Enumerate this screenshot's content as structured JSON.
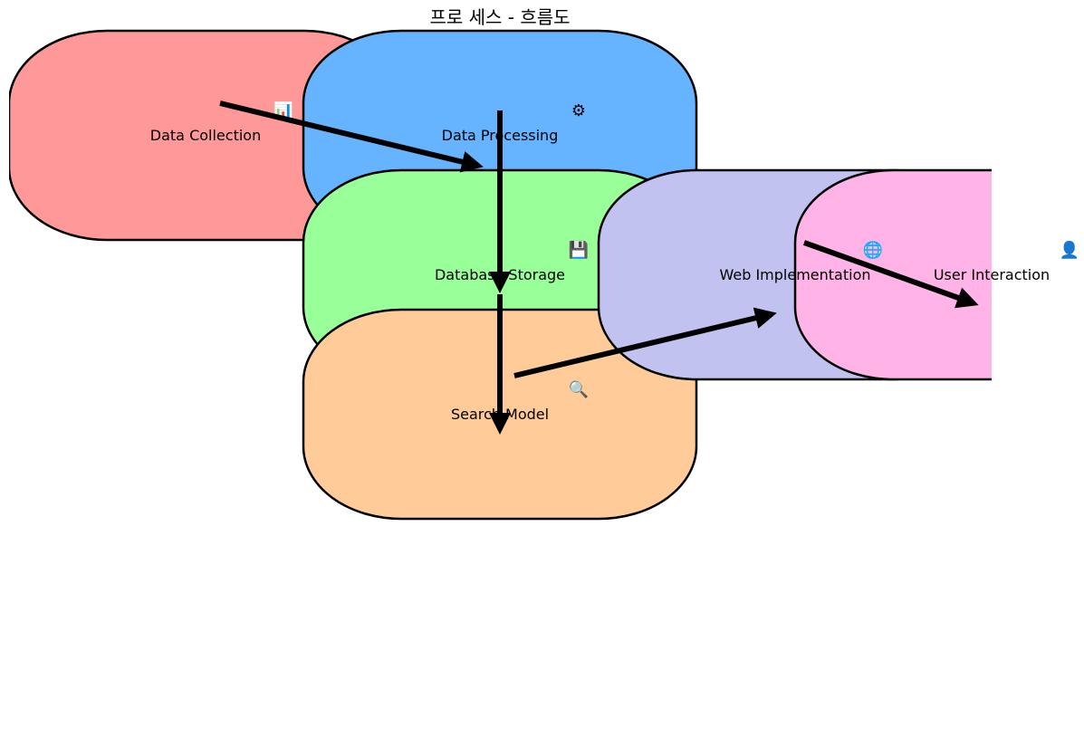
{
  "title": "프로 세스 - 흐름도",
  "nodes": [
    {
      "id": "data-collection",
      "label": "Data Collection",
      "icon": "📊",
      "icon_name": "bar-chart-icon",
      "color": "#ff9999"
    },
    {
      "id": "data-processing",
      "label": "Data Processing",
      "icon": "⚙",
      "icon_name": "gear-icon",
      "color": "#66b3ff"
    },
    {
      "id": "database-storage",
      "label": "Database Storage",
      "icon": "💾",
      "icon_name": "disk-icon",
      "color": "#99ff99"
    },
    {
      "id": "search-model",
      "label": "Search Model",
      "icon": "🔍",
      "icon_name": "search-icon",
      "color": "#ffcc99"
    },
    {
      "id": "web-implementation",
      "label": "Web Implementation",
      "icon": "🌐",
      "icon_name": "globe-icon",
      "color": "#c2c2f0"
    },
    {
      "id": "user-interaction",
      "label": "User Interaction",
      "icon": "👤",
      "icon_name": "user-icon",
      "color": "#ffb3e6"
    }
  ],
  "edges": [
    {
      "from": "data-collection",
      "to": "data-processing"
    },
    {
      "from": "data-processing",
      "to": "database-storage"
    },
    {
      "from": "database-storage",
      "to": "search-model"
    },
    {
      "from": "search-model",
      "to": "web-implementation"
    },
    {
      "from": "web-implementation",
      "to": "user-interaction"
    }
  ]
}
